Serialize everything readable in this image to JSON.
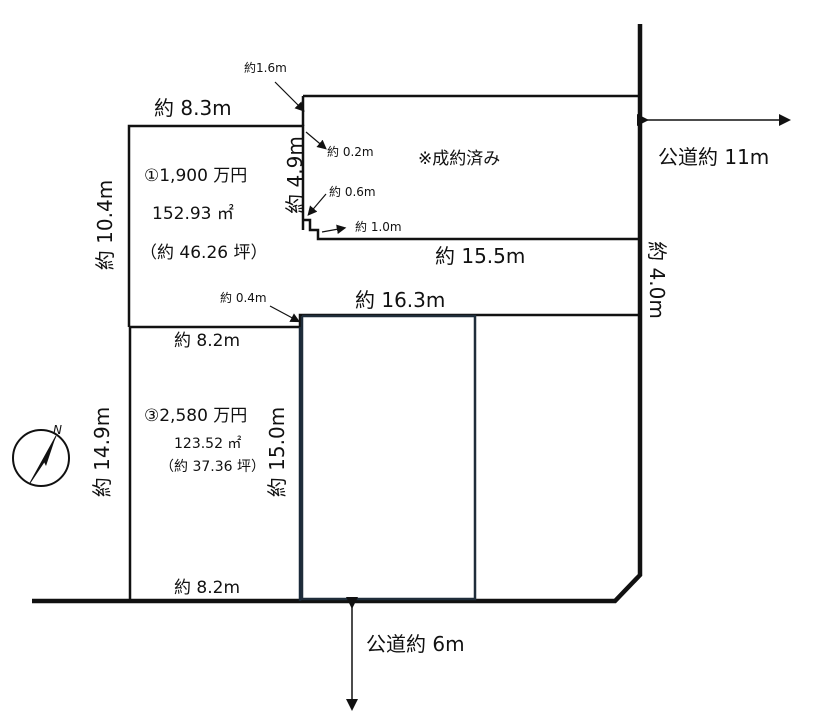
{
  "dimensions": {
    "lot1_top": "約 8.3m",
    "lot1_left": "約 10.4m",
    "lot1_right": "約 4.9m",
    "lot2_bottom_mid": "約 8.2m",
    "lot3_left": "約 14.9m",
    "lot3_right": "約 15.0m",
    "lot3_bottom": "約 8.2m",
    "upper_long": "約 15.5m",
    "lower_long": "約 16.3m",
    "right_gap": "約 4.0m",
    "small_1_6": "約1.6m",
    "small_0_2": "約 0.2m",
    "small_0_6": "約 0.6m",
    "small_1_0": "約 1.0m",
    "small_0_4": "約 0.4m"
  },
  "lot1": {
    "price": "①1,900 万円",
    "area": "152.93 ㎡",
    "tsubo": "（約 46.26 坪）"
  },
  "lot3": {
    "price": "③2,580 万円",
    "area": "123.52 ㎡",
    "tsubo": "（約 37.36 坪）"
  },
  "sold_note": "※成約済み",
  "roads": {
    "east": "公道約 11m",
    "south": "公道約 6m"
  },
  "compass": {
    "letter": "N"
  }
}
